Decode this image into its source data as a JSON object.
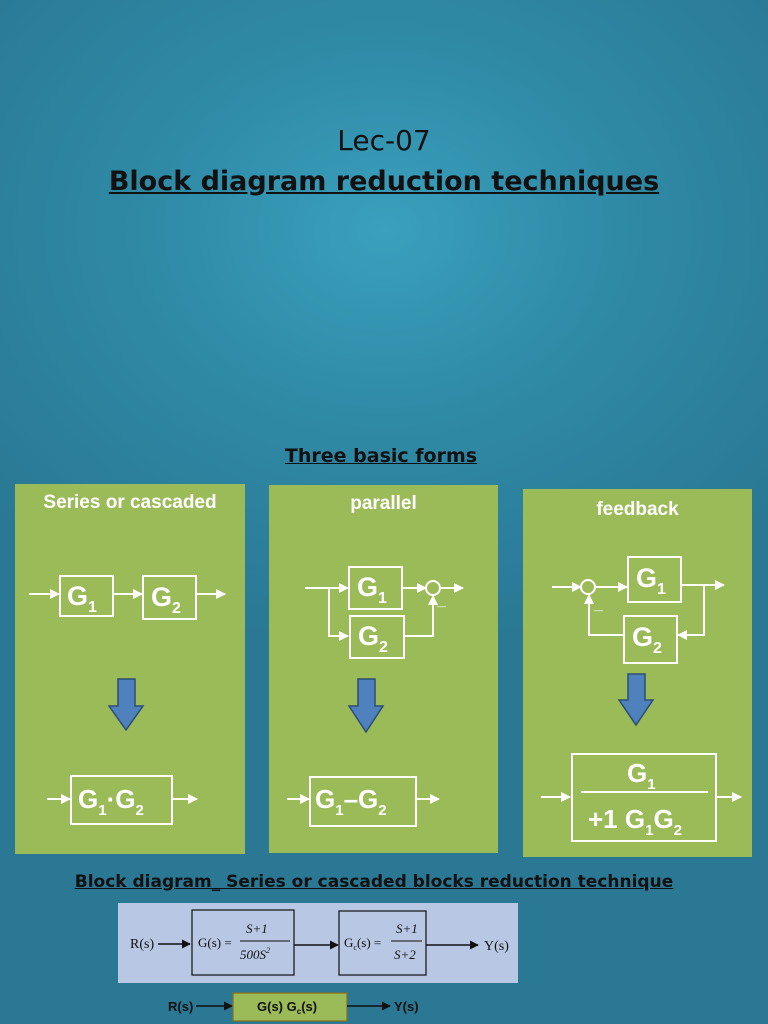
{
  "title": {
    "lecture": "Lec-07",
    "heading": "Block diagram reduction techniques"
  },
  "section_heading": "Three basic forms",
  "colors": {
    "panel": "#9bbb59",
    "arrow_fill": "#4f81bd",
    "background": "#2f8aa6",
    "example_panel": "#b8c7e3",
    "result_box": "#9bbb59"
  },
  "panels": [
    {
      "label": "Series or cascaded",
      "blocks": [
        "G",
        "G"
      ],
      "block_subs": [
        "1",
        "2"
      ],
      "result": {
        "a": "G",
        "a_sub": "1",
        "op": "·",
        "b": "G",
        "b_sub": "2"
      }
    },
    {
      "label": "parallel",
      "blocks": [
        "G",
        "G"
      ],
      "block_subs": [
        "1",
        "2"
      ],
      "minus": "_",
      "result": {
        "a": "G",
        "a_sub": "1",
        "op": "–",
        "b": "G",
        "b_sub": "2"
      }
    },
    {
      "label": "feedback",
      "blocks": [
        "G",
        "G"
      ],
      "block_subs": [
        "1",
        "2"
      ],
      "minus": "_",
      "result": {
        "num": "G",
        "num_sub": "1",
        "den_prefix": "+1 G",
        "den_sub1": "1",
        "den_mid": "G",
        "den_sub2": "2"
      }
    }
  ],
  "bottom_heading": "Block diagram_ Series or cascaded blocks reduction technique",
  "example": {
    "input": "R(s)",
    "block1_lhs": "G(s) =",
    "block1_num": "S+1",
    "block1_den": "500S",
    "block1_den_exp": "2",
    "block2_lhs_main": "G",
    "block2_lhs_sub": "c",
    "block2_lhs_rest": "(s) =",
    "block2_num": "S+1",
    "block2_den": "S+2",
    "output": "Y(s)"
  },
  "reduced": {
    "input": "R(s)",
    "block_main": "G(s) G",
    "block_sub": "c",
    "block_rest": "(s)",
    "output": "Y(s)"
  }
}
